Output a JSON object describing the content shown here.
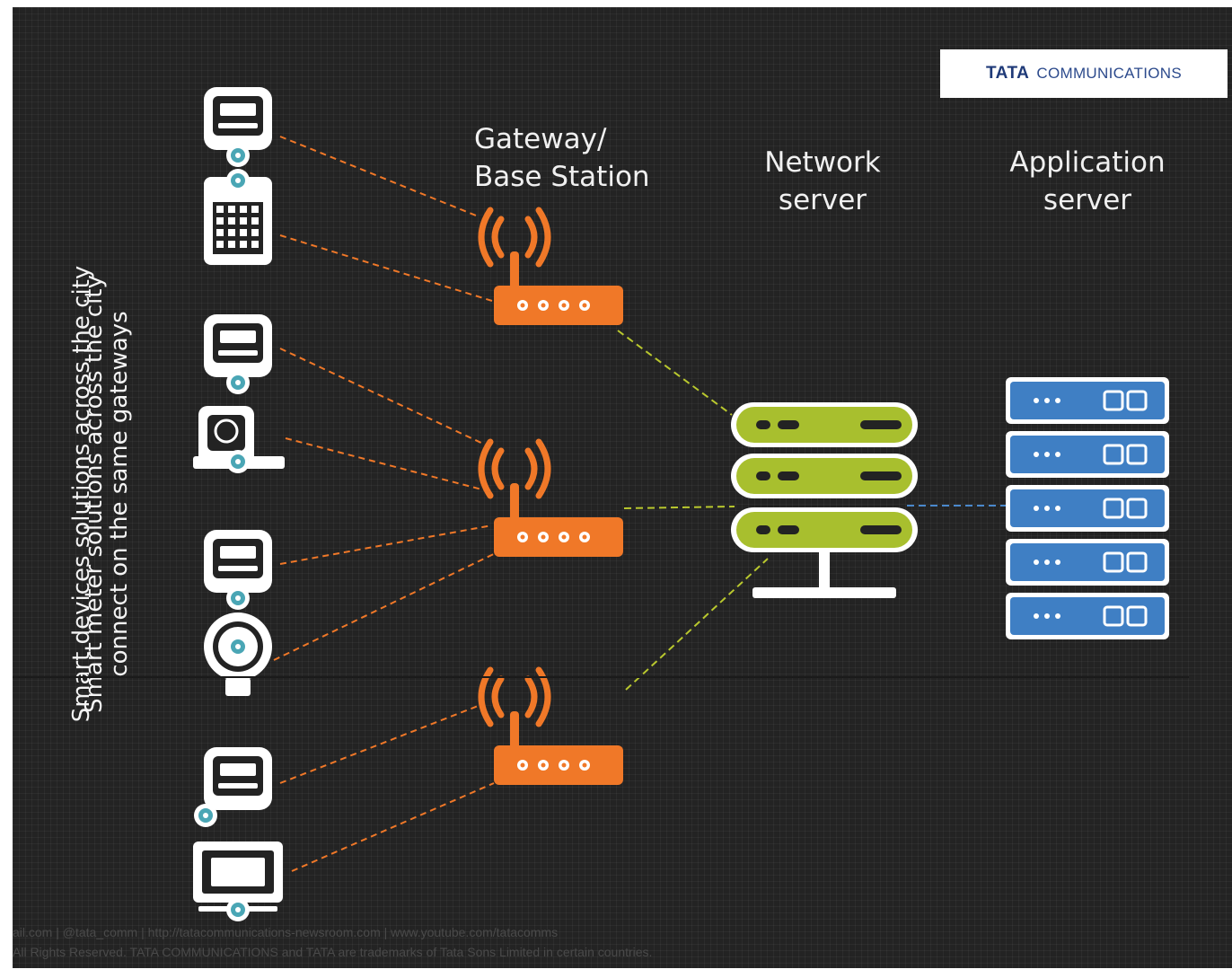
{
  "logo": {
    "brand": "TATA",
    "text": "COMMUNICATIONS"
  },
  "labels": {
    "gateway_line1": "Gateway/",
    "gateway_line2": "Base Station",
    "network_line1": "Network",
    "network_line2": "server",
    "application_line1": "Application",
    "application_line2": "server"
  },
  "side_text": {
    "line_a": "Smart devices solutions across the city",
    "line_b": "Smart meter solutions across the city",
    "line_c": "connect on the same gateways"
  },
  "footer": {
    "line1": "ail.com | @tata_comm | http://tatacommunications-newsroom.com | www.youtube.com/tatacomms",
    "line2": "All Rights Reserved. TATA COMMUNICATIONS and TATA are trademarks of Tata Sons Limited in certain countries."
  },
  "colors": {
    "orange": "#f07828",
    "green": "#a8bf2e",
    "blue": "#3f7fc4",
    "gateway_link": "#b9c82e",
    "app_link": "#4a88cc",
    "device_link": "#f07828"
  },
  "devices": [
    {
      "icon": "smart-meter-icon"
    },
    {
      "icon": "smart-building-icon"
    },
    {
      "icon": "smart-parking-icon"
    },
    {
      "icon": "smart-waste-bin-icon"
    },
    {
      "icon": "smart-water-meter-icon"
    },
    {
      "icon": "smart-light-bulb-icon"
    },
    {
      "icon": "smart-calendar-icon"
    },
    {
      "icon": "smart-display-icon"
    }
  ],
  "gateways": [
    {
      "icon": "gateway-router-icon"
    },
    {
      "icon": "gateway-router-icon"
    },
    {
      "icon": "gateway-router-icon"
    }
  ],
  "network_server": {
    "icon": "network-server-icon"
  },
  "application_server": {
    "icon": "application-server-icon",
    "units": 5
  }
}
